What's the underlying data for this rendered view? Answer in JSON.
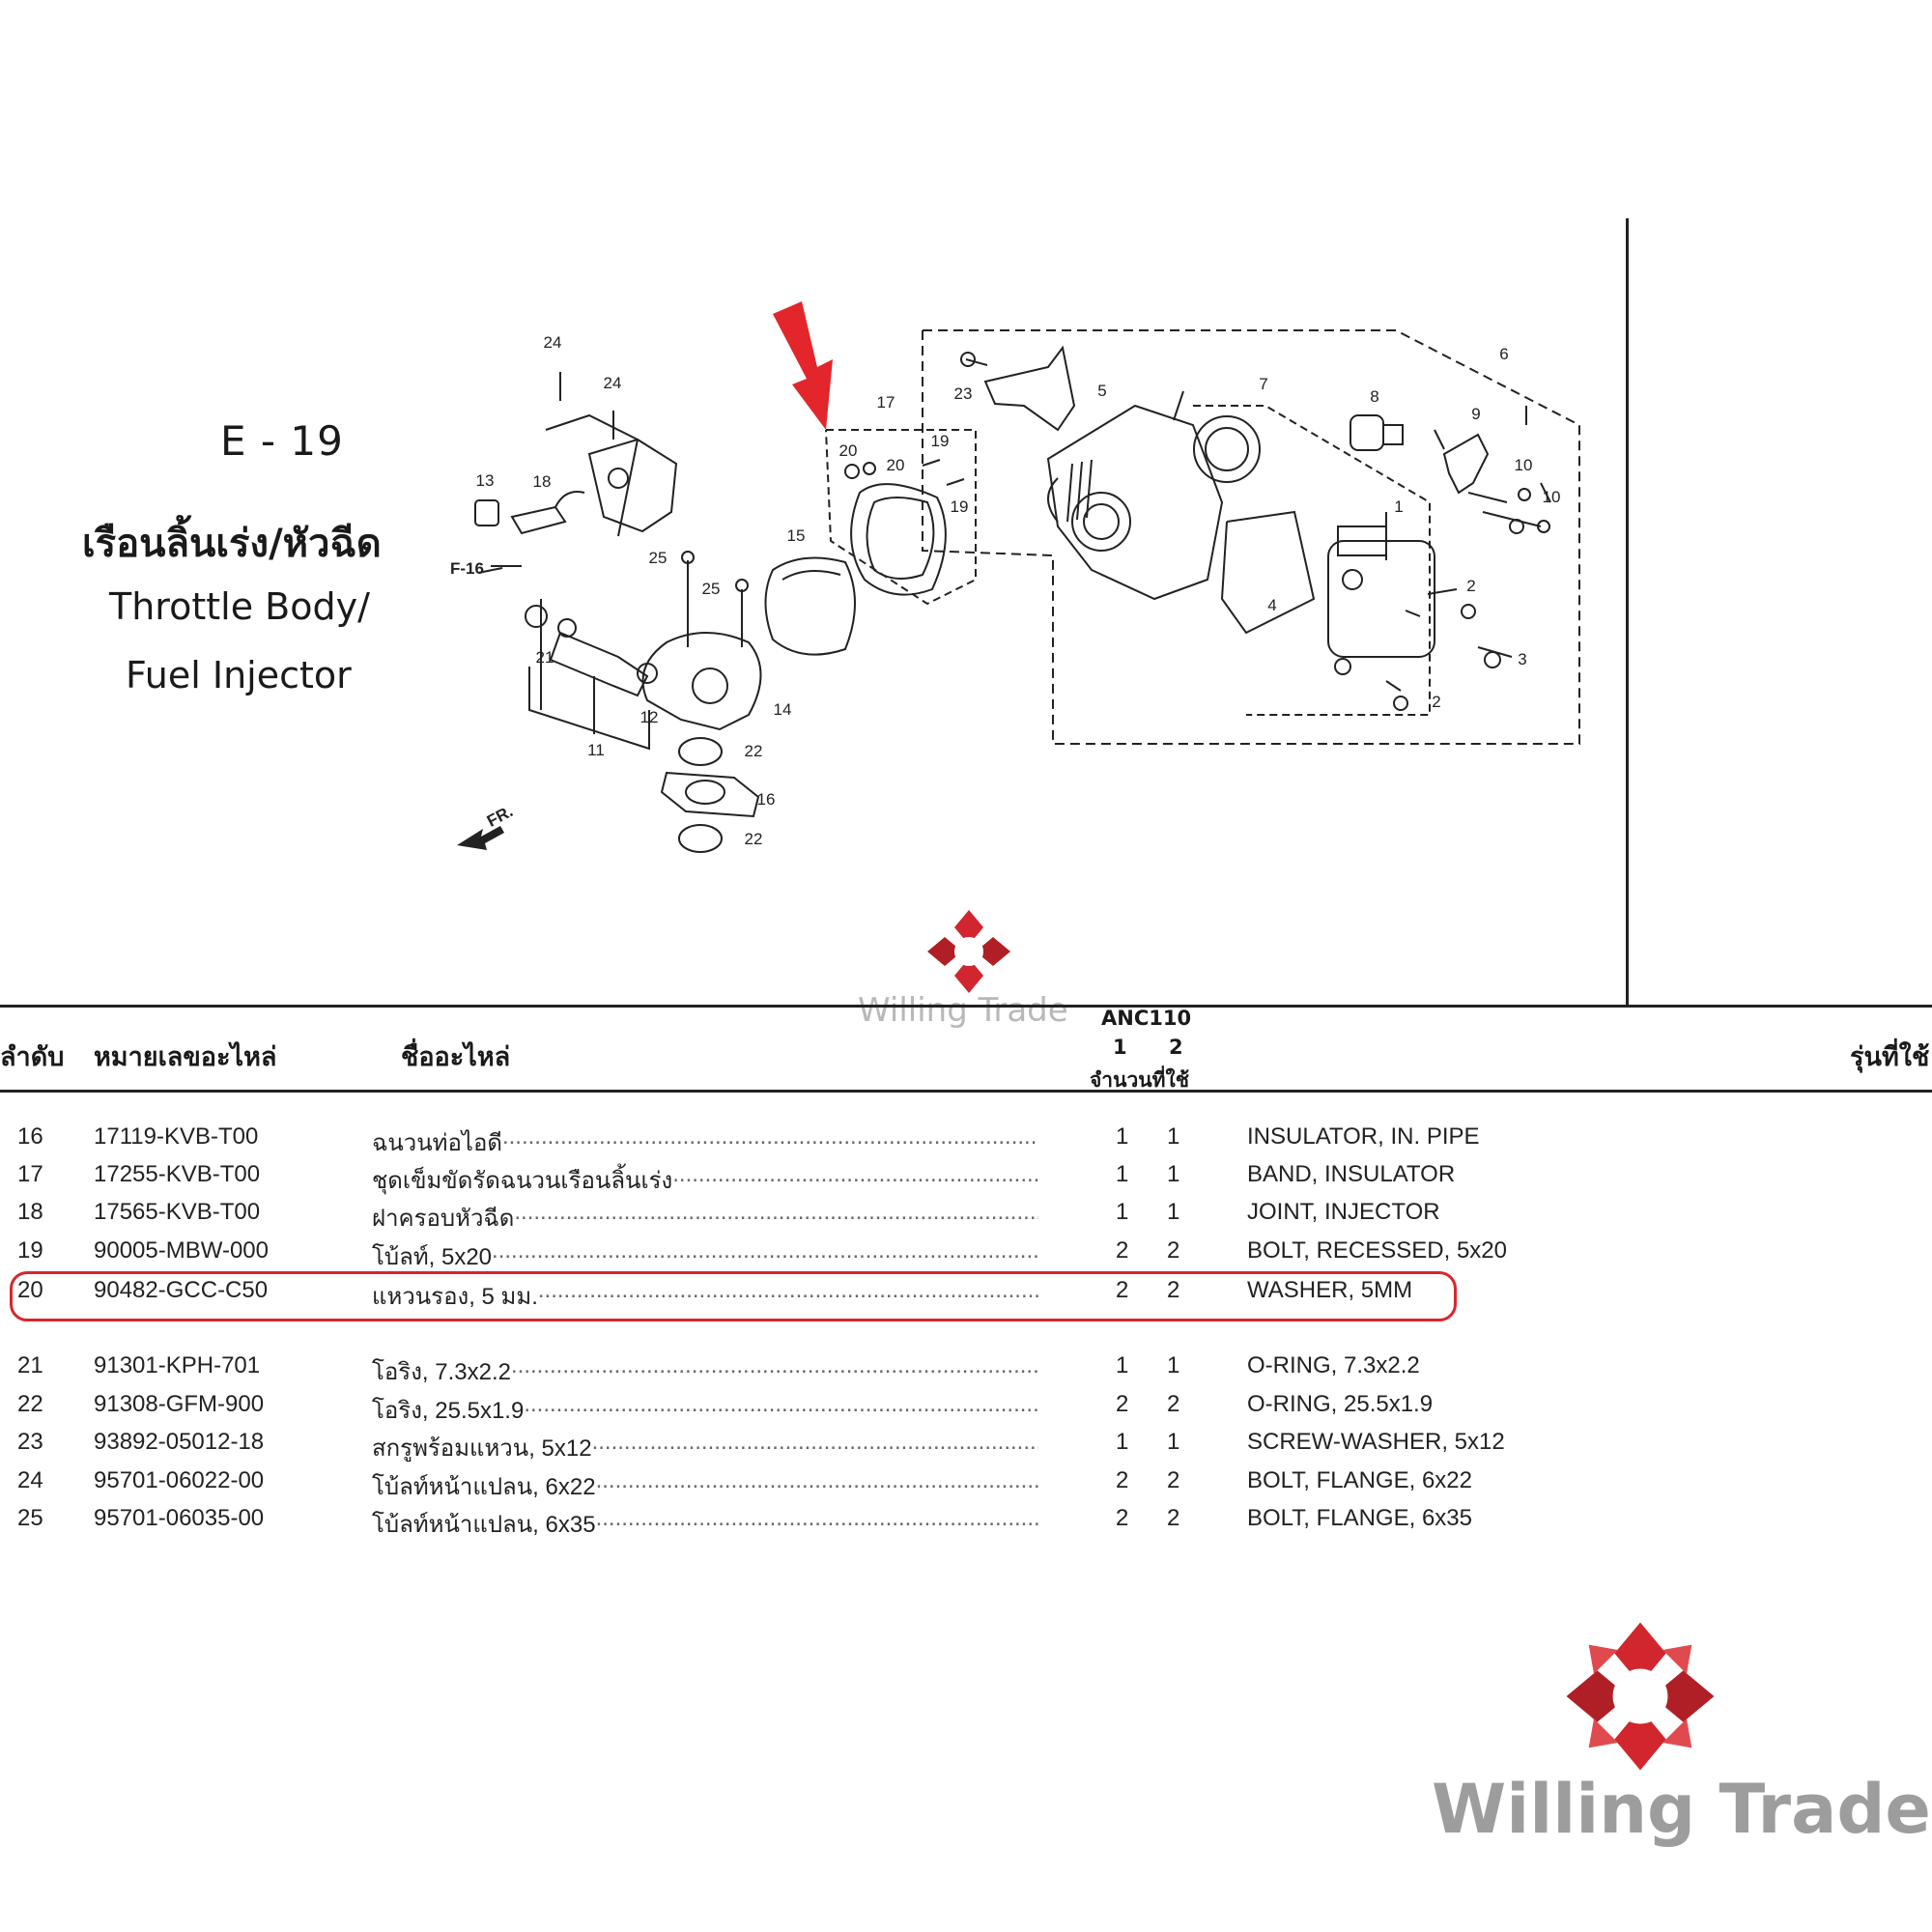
{
  "header": {
    "code": "E - 19",
    "name_th": "เรือนลิ้นเร่ง/หัวฉีด",
    "name_en_line1": "Throttle Body/",
    "name_en_line2": "Fuel Injector"
  },
  "diagram": {
    "callouts": [
      "1",
      "2",
      "2",
      "3",
      "4",
      "5",
      "6",
      "7",
      "8",
      "9",
      "10",
      "10",
      "11",
      "12",
      "13",
      "14",
      "15",
      "16",
      "17",
      "18",
      "19",
      "19",
      "20",
      "20",
      "21",
      "22",
      "22",
      "23",
      "24",
      "24",
      "25",
      "25"
    ],
    "refs": {
      "f16": "F-16",
      "front": "FR."
    },
    "arrow_color": "#e3262b"
  },
  "table": {
    "headers": {
      "no": "ลำดับ",
      "part_no": "หมายเลขอะไหล่",
      "name": "ชื่ออะไหล่",
      "model": "ANC110",
      "col1": "1",
      "col2": "2",
      "qty": "จำนวนที่ใช้",
      "models_used": "รุ่นที่ใช้"
    },
    "rows": [
      {
        "no": "16",
        "part_no": "17119-KVB-T00",
        "name_th": "ฉนวนท่อไอดี",
        "q1": "1",
        "q2": "1",
        "name_en": "INSULATOR, IN. PIPE"
      },
      {
        "no": "17",
        "part_no": "17255-KVB-T00",
        "name_th": "ชุดเข็มขัดรัดฉนวนเรือนลิ้นเร่ง",
        "q1": "1",
        "q2": "1",
        "name_en": "BAND, INSULATOR"
      },
      {
        "no": "18",
        "part_no": "17565-KVB-T00",
        "name_th": "ฝาครอบหัวฉีด",
        "q1": "1",
        "q2": "1",
        "name_en": "JOINT, INJECTOR"
      },
      {
        "no": "19",
        "part_no": "90005-MBW-000",
        "name_th": "โบ้ลท์, 5x20",
        "q1": "2",
        "q2": "2",
        "name_en": "BOLT, RECESSED, 5x20"
      },
      {
        "no": "20",
        "part_no": "90482-GCC-C50",
        "name_th": "แหวนรอง, 5 มม.",
        "q1": "2",
        "q2": "2",
        "name_en": "WASHER, 5MM"
      },
      {
        "no": "21",
        "part_no": "91301-KPH-701",
        "name_th": "โอริง, 7.3x2.2",
        "q1": "1",
        "q2": "1",
        "name_en": "O-RING, 7.3x2.2"
      },
      {
        "no": "22",
        "part_no": "91308-GFM-900",
        "name_th": "โอริง, 25.5x1.9",
        "q1": "2",
        "q2": "2",
        "name_en": "O-RING, 25.5x1.9"
      },
      {
        "no": "23",
        "part_no": "93892-05012-18",
        "name_th": "สกรูพร้อมแหวน, 5x12",
        "q1": "1",
        "q2": "1",
        "name_en": "SCREW-WASHER, 5x12"
      },
      {
        "no": "24",
        "part_no": "95701-06022-00",
        "name_th": "โบ้ลท์หน้าแปลน, 6x22",
        "q1": "2",
        "q2": "2",
        "name_en": "BOLT, FLANGE, 6x22"
      },
      {
        "no": "25",
        "part_no": "95701-06035-00",
        "name_th": "โบ้ลท์หน้าแปลน, 6x35",
        "q1": "2",
        "q2": "2",
        "name_en": "BOLT, FLANGE, 6x35"
      }
    ],
    "highlight_color": "#d8262c"
  },
  "watermark": {
    "text": "Willing Trade",
    "brand_color": "#d1262d"
  }
}
